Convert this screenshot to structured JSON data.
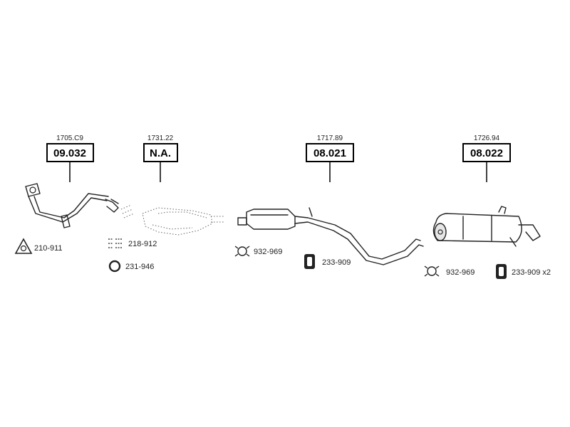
{
  "callouts": [
    {
      "ref": "1705.C9",
      "part": "09.032"
    },
    {
      "ref": "1731.22",
      "part": "N.A."
    },
    {
      "ref": "1717.89",
      "part": "08.021"
    },
    {
      "ref": "1726.94",
      "part": "08.022"
    }
  ],
  "accessories": [
    {
      "label": "210-911",
      "icon": "triangle-gasket-icon"
    },
    {
      "label": "218-912",
      "icon": "bolt-kit-icon"
    },
    {
      "label": "231-946",
      "icon": "ring-gasket-icon"
    },
    {
      "label": "932-969",
      "icon": "clamp-icon"
    },
    {
      "label": "233-909",
      "icon": "rubber-mount-icon"
    },
    {
      "label": "932-969",
      "icon": "clamp-icon"
    },
    {
      "label": "233-909 x2",
      "icon": "rubber-mount-icon"
    }
  ],
  "colors": {
    "line": "#222222",
    "box_border": "#000000",
    "muffler_fill": "#e6e6e6"
  }
}
